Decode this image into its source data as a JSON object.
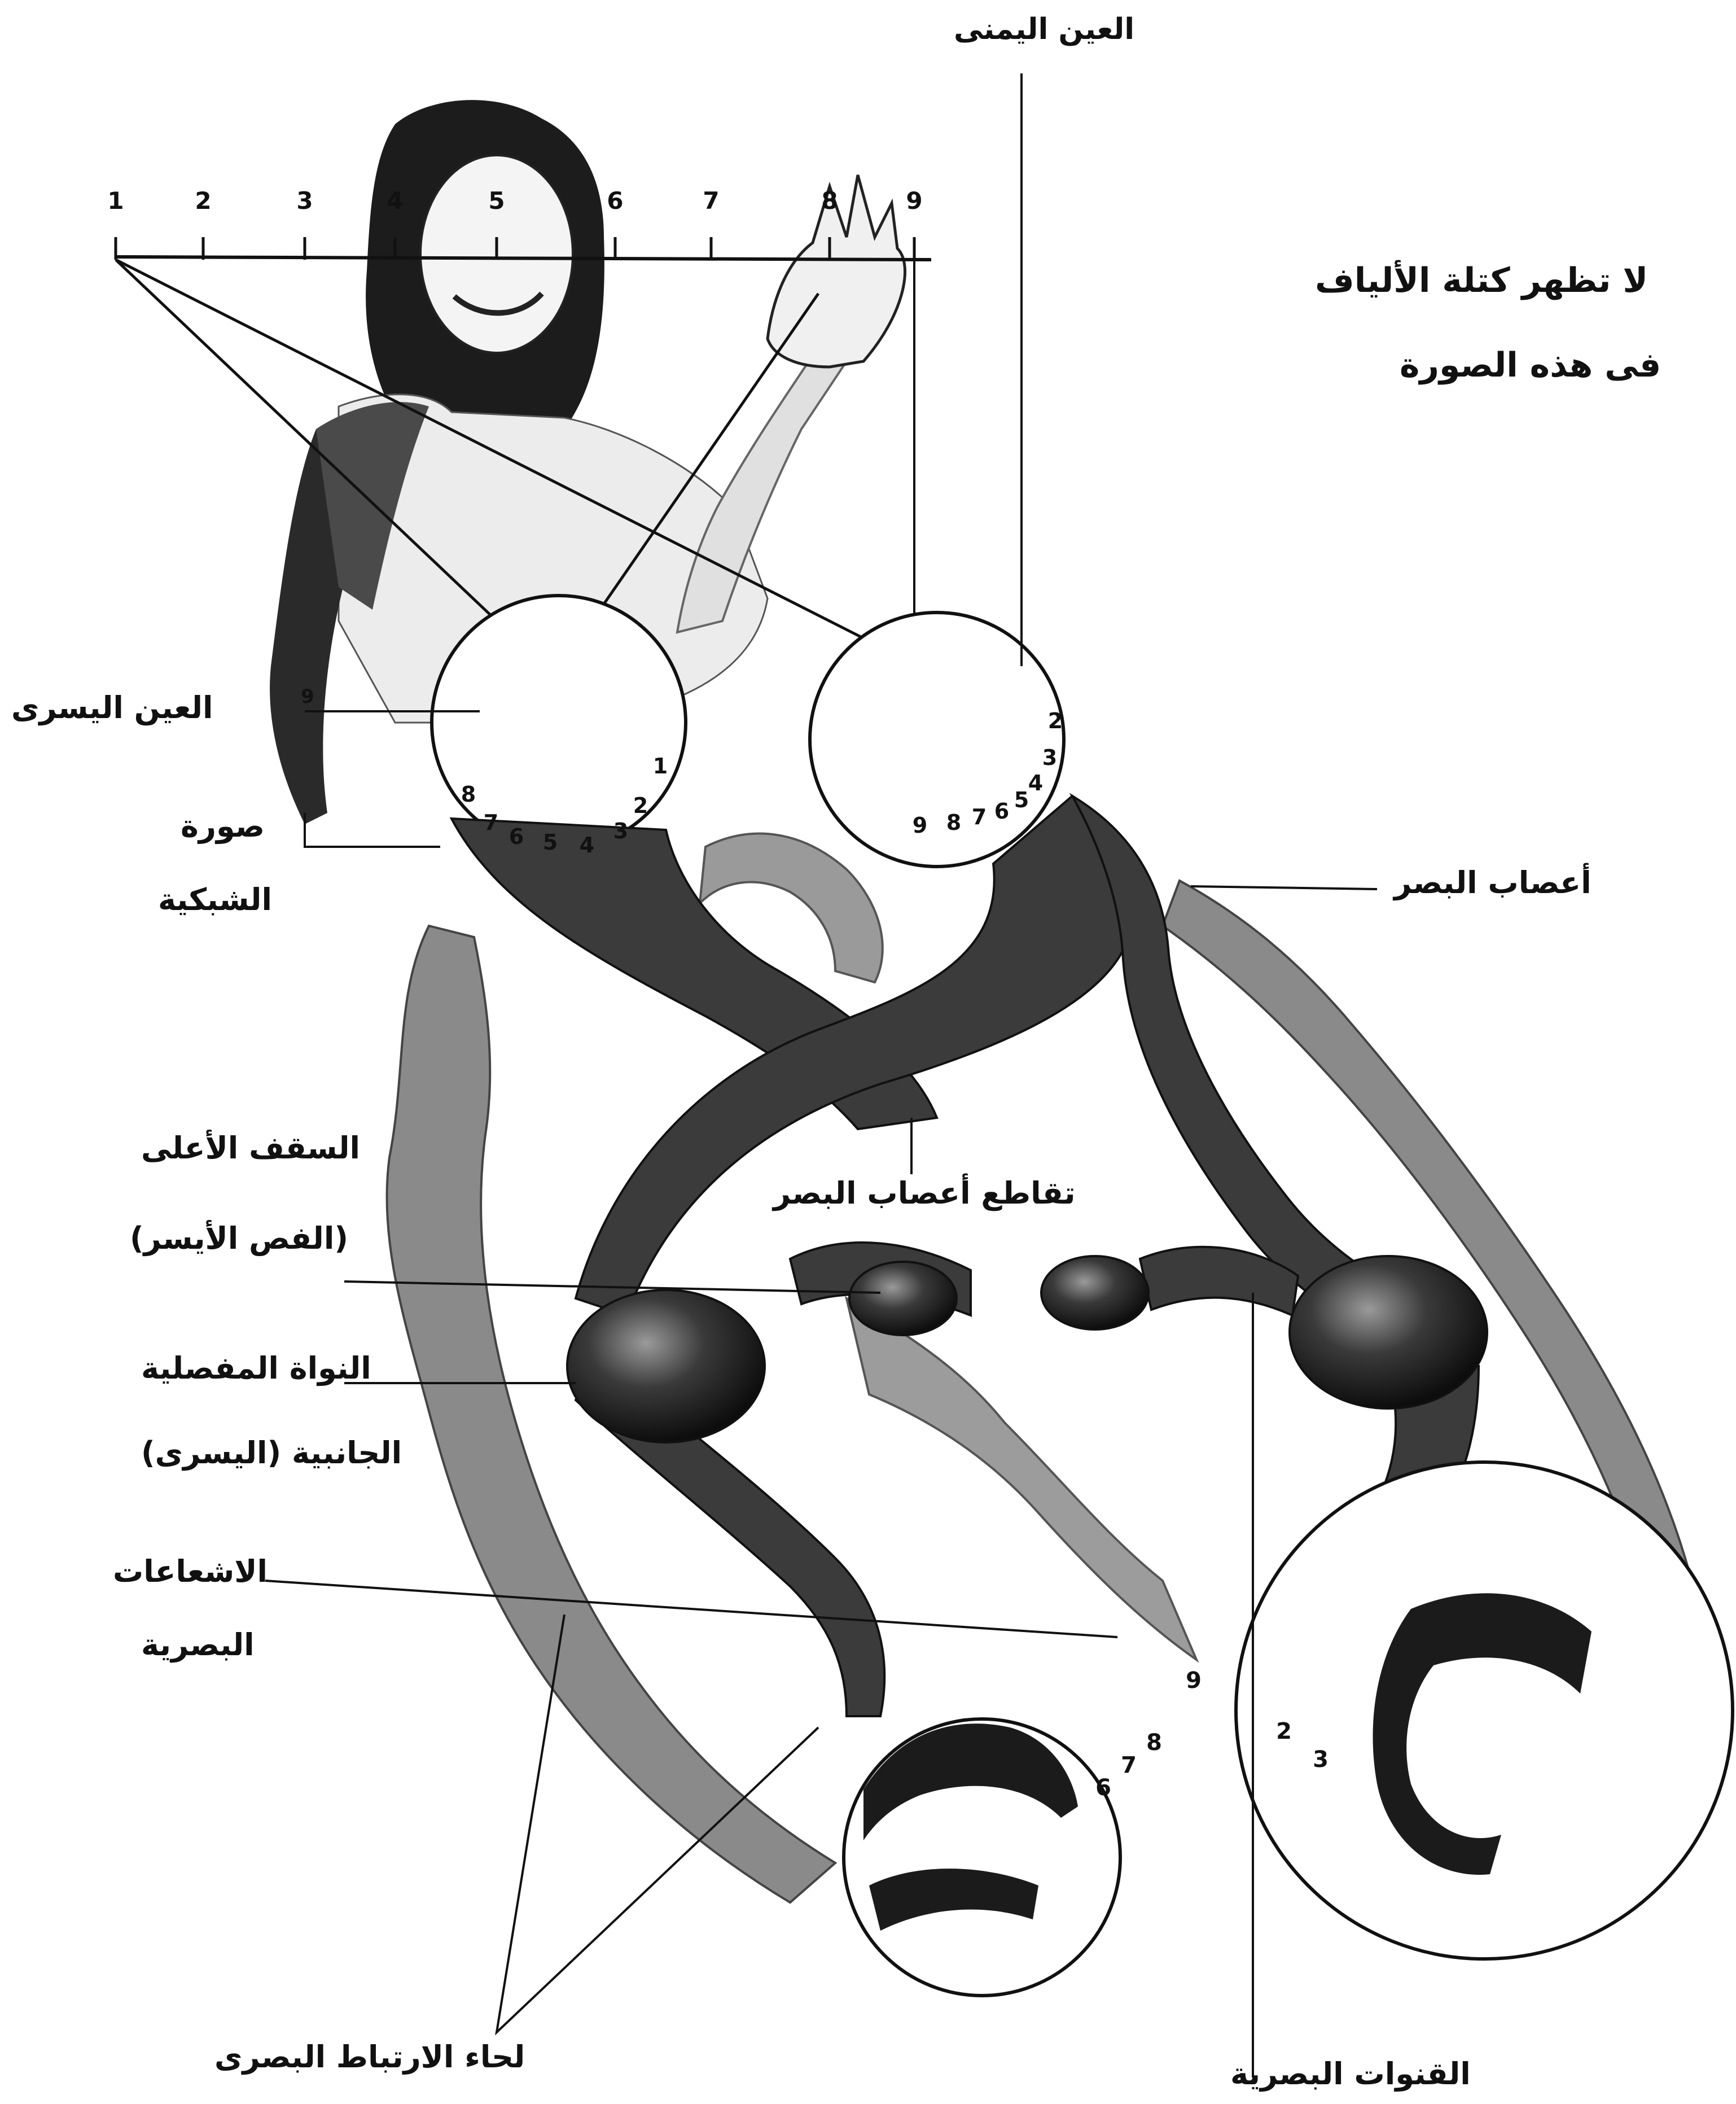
{
  "labels": {
    "right_eye": "العين اليمنى",
    "note_line1": "لا تظهر كتلة الألياف",
    "note_line2": "فى هذه الصورة",
    "left_eye": "العين اليسرى",
    "retina_image_line1": "صورة",
    "retina_image_line2": "الشبكية",
    "optic_nerves": "أعصاب البصر",
    "optic_chiasm": "تقاطع أعصاب البصر",
    "superior_colliculus_line1": "السقف الأعلى",
    "superior_colliculus_line2": "(الفص الأيسر)",
    "lgn_line1": "النواة المفصلية",
    "lgn_line2": "الجانبية (اليسرى)",
    "optic_radiations_line1": "الاشعاعات",
    "optic_radiations_line2": "البصرية",
    "visual_cortex": "لحاء الارتباط البصرى",
    "optic_tracts": "القنوات البصرية"
  },
  "scale_numbers": [
    "1",
    "2",
    "3",
    "4",
    "5",
    "6",
    "7",
    "8",
    "9"
  ],
  "left_eye_numbers": [
    "1",
    "2",
    "3",
    "4",
    "5",
    "6",
    "7",
    "8"
  ],
  "right_eye_numbers": [
    "2",
    "3",
    "4",
    "5",
    "6",
    "7",
    "8",
    "9"
  ],
  "left_cortex_numbers": [
    "6",
    "7",
    "8",
    "9"
  ],
  "right_cortex_numbers": [
    "2",
    "3"
  ],
  "left_eye_small_mark": "9",
  "colors": {
    "ink": "#111111",
    "pathway": "#3b3b3b",
    "cortex": "#8a8a8a",
    "paper": "#ffffff"
  }
}
